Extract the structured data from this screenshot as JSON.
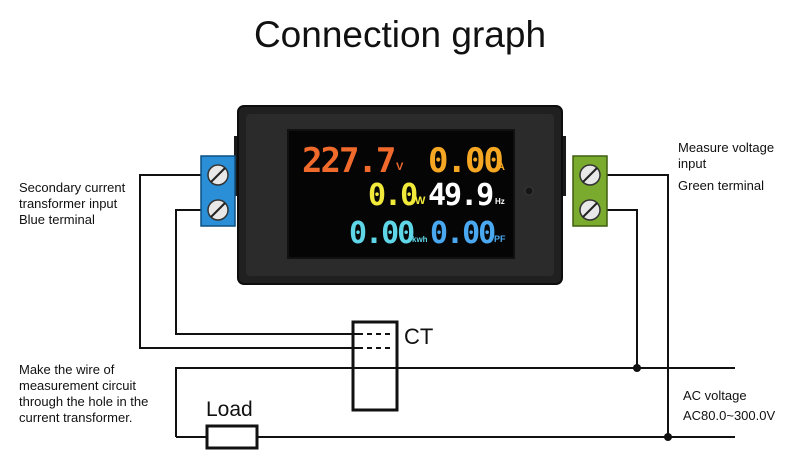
{
  "title": "Connection graph",
  "left_terminal": {
    "lines": [
      "Secondary current",
      "transformer input",
      "Blue terminal"
    ],
    "color": "#2a8fd6"
  },
  "right_terminal": {
    "lines": [
      "Measure voltage",
      "input",
      "Green terminal"
    ],
    "color": "#7aaa2e"
  },
  "note": {
    "lines": [
      "Make the wire of",
      "measurement circuit",
      "through the hole in the",
      "current transformer."
    ]
  },
  "ct_label": "CT",
  "load_label": "Load",
  "ac": {
    "lines": [
      "AC voltage",
      "AC80.0~300.0V"
    ]
  },
  "display": {
    "voltage": "227.7",
    "voltage_unit": "V",
    "voltage_color": "#f06a2c",
    "current": "0.00",
    "current_unit": "A",
    "current_color": "#f5a623",
    "power": "0.0",
    "power_unit": "W",
    "power_color": "#f2ea3a",
    "frequency": "49.9",
    "frequency_unit": "Hz",
    "frequency_color": "#ffffff",
    "energy": "0.00",
    "energy_unit": "kwh",
    "energy_color": "#5fd6e8",
    "pf": "0.00",
    "pf_unit": "PF",
    "pf_color": "#49a8f0"
  }
}
